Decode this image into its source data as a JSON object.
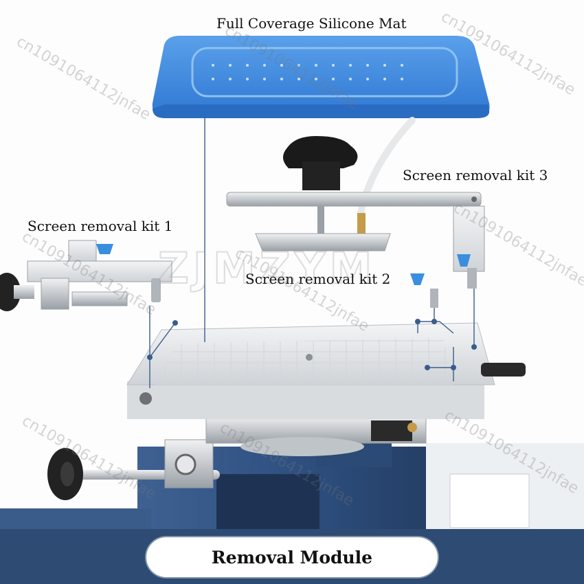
{
  "labels": {
    "mat": "Full Coverage Silicone Mat",
    "kit3": "Screen removal kit 3",
    "kit1": "Screen removal kit 1",
    "kit2": "Screen removal kit 2"
  },
  "banner": {
    "title": "Removal Module"
  },
  "watermark": {
    "text": "cn1091064112jnfae",
    "brand": "ZJMZYM"
  },
  "colors": {
    "mat_blue": "#3a86e0",
    "base_navy": "#2d4b73",
    "plate_silver": "#e6e8ea",
    "marker_blue": "#3a5c8c"
  }
}
